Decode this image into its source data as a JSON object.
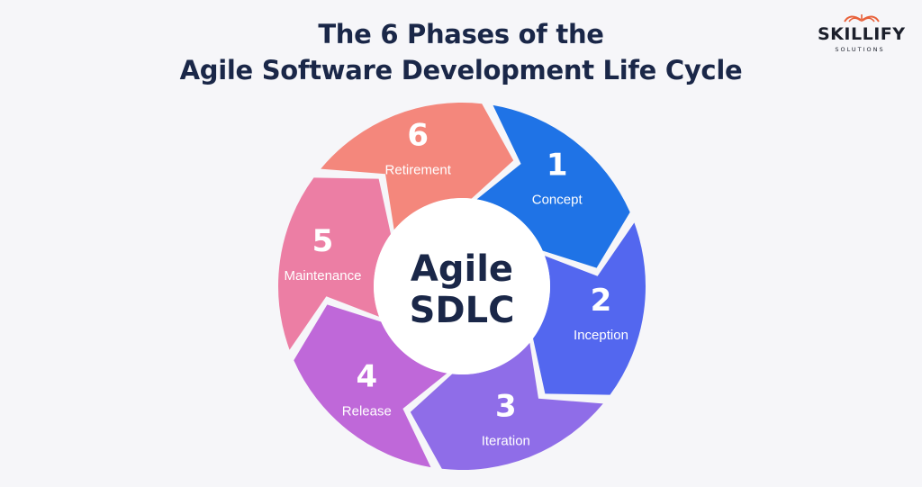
{
  "title": {
    "line1": "The 6 Phases of the",
    "line2": "Agile Software Development Life Cycle"
  },
  "logo": {
    "word": "SKILLIFY",
    "sub": "SOLUTIONS",
    "icon": "books-icon",
    "color": "#e8613a"
  },
  "center": {
    "line1": "Agile",
    "line2": "SDLC"
  },
  "phases": [
    {
      "number": "1",
      "label": "Concept",
      "color": "#1f73e6"
    },
    {
      "number": "2",
      "label": "Inception",
      "color": "#5367ef"
    },
    {
      "number": "3",
      "label": "Iteration",
      "color": "#8f6de8"
    },
    {
      "number": "4",
      "label": "Release",
      "color": "#bf68d9"
    },
    {
      "number": "5",
      "label": "Maintenance",
      "color": "#ec7ea4"
    },
    {
      "number": "6",
      "label": "Retirement",
      "color": "#f4877c"
    }
  ]
}
